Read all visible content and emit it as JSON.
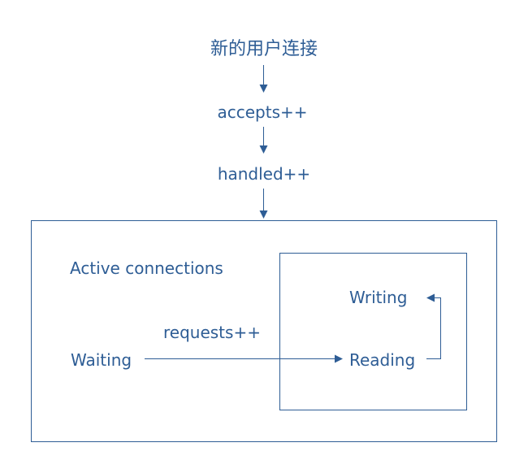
{
  "diagram": {
    "color": "#2e5d95",
    "background": "#ffffff",
    "nodes": {
      "new_connection": "新的用户连接",
      "accepts": "accepts++",
      "handled": "handled++",
      "active_connections": "Active connections",
      "requests": "requests++",
      "waiting": "Waiting",
      "reading": "Reading",
      "writing": "Writing"
    }
  }
}
